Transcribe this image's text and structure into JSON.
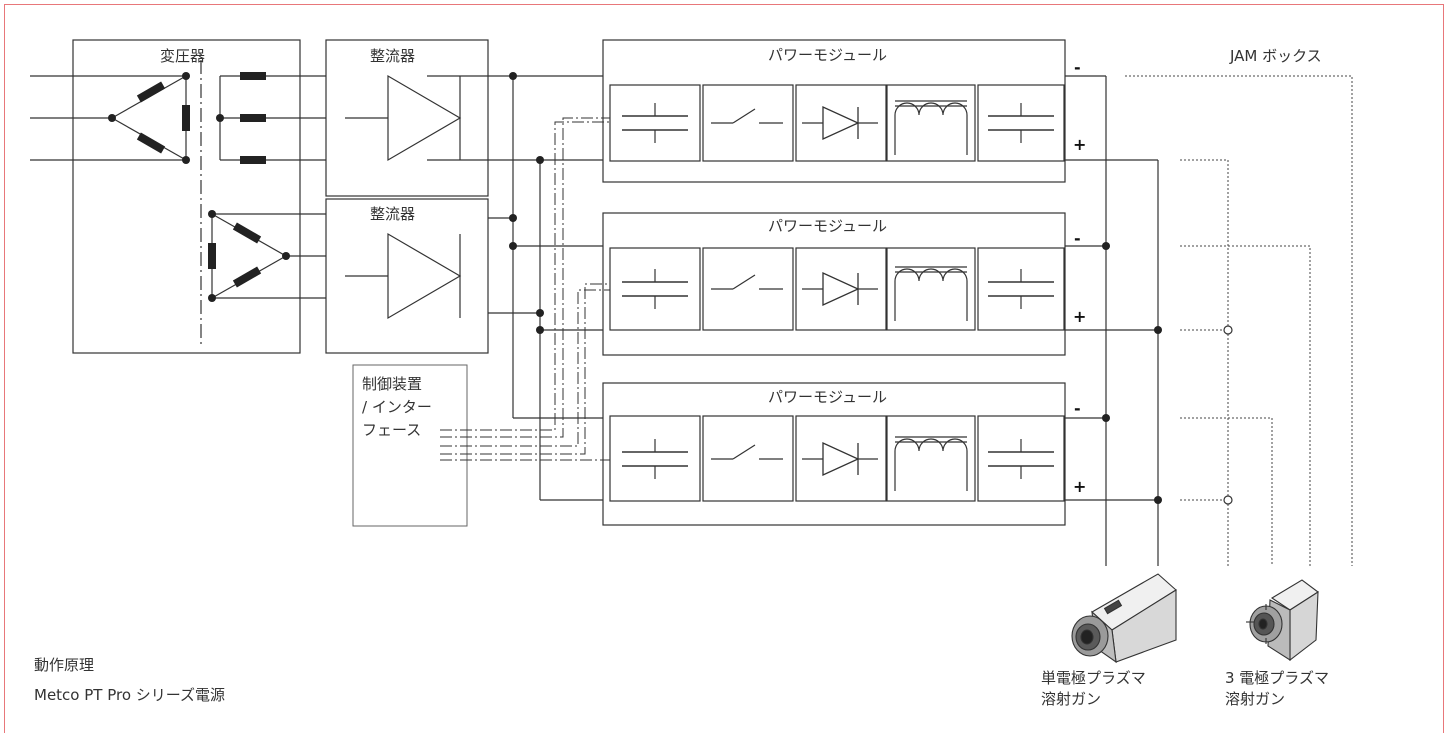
{
  "labels": {
    "transformer": "変圧器",
    "rectifier_1": "整流器",
    "rectifier_2": "整流器",
    "power_module_1": "パワーモジュール",
    "power_module_2": "パワーモジュール",
    "power_module_3": "パワーモジュール",
    "jam_box": "JAM ボックス",
    "controller_line1": "制御装置",
    "controller_line2": "/ インター",
    "controller_line3": "フェース",
    "minus": "-",
    "plus": "+"
  },
  "guns": {
    "single_line1": "単電極プラズマ",
    "single_line2": "溶射ガン",
    "triple_line1": "3 電極プラズマ",
    "triple_line2": "溶射ガン"
  },
  "caption": {
    "line1": "動作原理",
    "line2": "Metco PT Pro シリーズ電源"
  },
  "colors": {
    "frame": "#e8777a",
    "line": "#333333"
  }
}
